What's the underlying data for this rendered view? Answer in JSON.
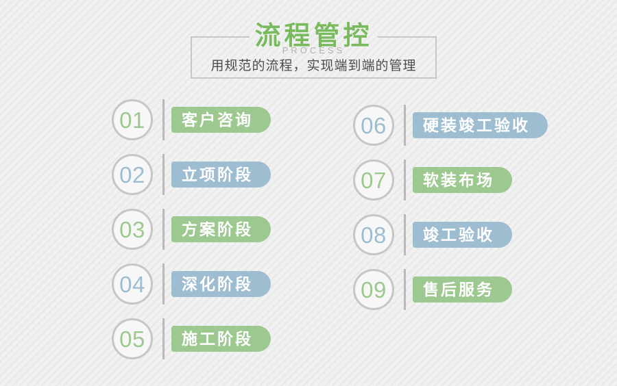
{
  "header": {
    "title": "流程管控",
    "subtitle_en": "PROCESS",
    "tagline": "用规范的流程，实现端到端的管理"
  },
  "steps": {
    "left": [
      {
        "number": "01",
        "label": "客户咨询",
        "color": "green"
      },
      {
        "number": "02",
        "label": "立项阶段",
        "color": "blue"
      },
      {
        "number": "03",
        "label": "方案阶段",
        "color": "green"
      },
      {
        "number": "04",
        "label": "深化阶段",
        "color": "blue"
      },
      {
        "number": "05",
        "label": "施工阶段",
        "color": "green"
      }
    ],
    "right": [
      {
        "number": "06",
        "label": "硬装竣工验收",
        "color": "blue"
      },
      {
        "number": "07",
        "label": "软装布场",
        "color": "green"
      },
      {
        "number": "08",
        "label": "竣工验收",
        "color": "blue"
      },
      {
        "number": "09",
        "label": "售后服务",
        "color": "green"
      }
    ]
  },
  "colors": {
    "green": "#9dc88f",
    "blue": "#9fbdd0",
    "title_green": "#79ba5e",
    "circle_border": "#c6c6c6",
    "box_border": "#c6c6c6",
    "divider": "#b9b9b9",
    "tagline_text": "#4c4c4c",
    "process_text": "#b2b2b2",
    "background": "#f1f1f1",
    "stripe": "#e8e8e8"
  }
}
